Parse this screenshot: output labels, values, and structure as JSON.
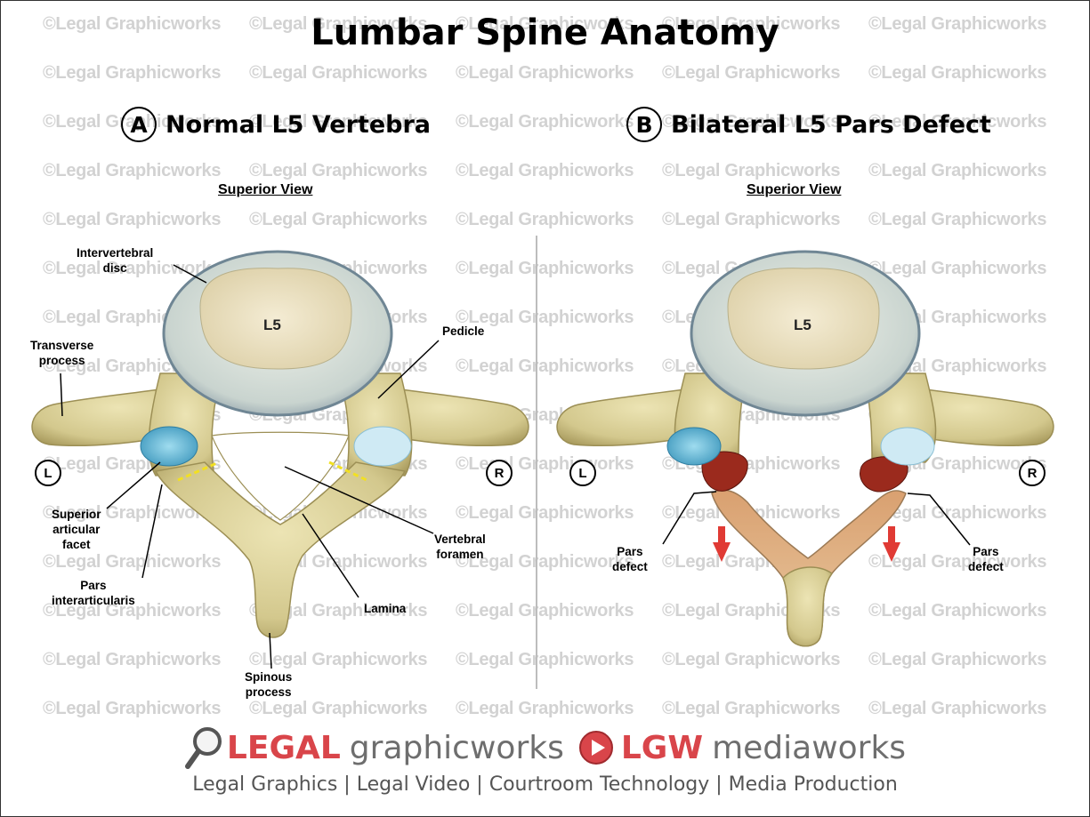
{
  "watermark_text": "©Legal Graphicworks",
  "title": "Lumbar Spine Anatomy",
  "panel_a": {
    "letter": "A",
    "heading": "Normal L5 Vertebra",
    "view": "Superior View",
    "vertebra_label": "L5",
    "left_marker": "L",
    "right_marker": "R",
    "labels": {
      "intervertebral_disc": "Intervertebral\ndisc",
      "transverse_process": "Transverse\nprocess",
      "pedicle": "Pedicle",
      "superior_articular_facet": "Superior\narticular\nfacet",
      "pars_interarticularis": "Pars\ninterarticularis",
      "vertebral_foramen": "Vertebral\nforamen",
      "lamina": "Lamina",
      "spinous_process": "Spinous\nprocess"
    }
  },
  "panel_b": {
    "letter": "B",
    "heading": "Bilateral L5 Pars Defect",
    "view": "Superior View",
    "vertebra_label": "L5",
    "left_marker": "L",
    "right_marker": "R",
    "labels": {
      "pars_defect_left": "Pars\ndefect",
      "pars_defect_right": "Pars\ndefect"
    }
  },
  "footer": {
    "brand1_strong": "LEGAL",
    "brand1_weak": "graphicworks",
    "brand2_strong": "LGW",
    "brand2_weak": "mediaworks",
    "tagline": "Legal Graphics | Legal Video | Courtroom Technology | Media Production"
  },
  "colors": {
    "bone": "#d8cf98",
    "bone_dark": "#a89a5c",
    "disc": "#cfd9d3",
    "disc_rim": "#8a9ba8",
    "facet": "#5fb8d8",
    "pars_marker": "#f2e021",
    "defect_red": "#9b2a1d",
    "arrow_red": "#e03a34",
    "brand_red": "#d9454a"
  }
}
